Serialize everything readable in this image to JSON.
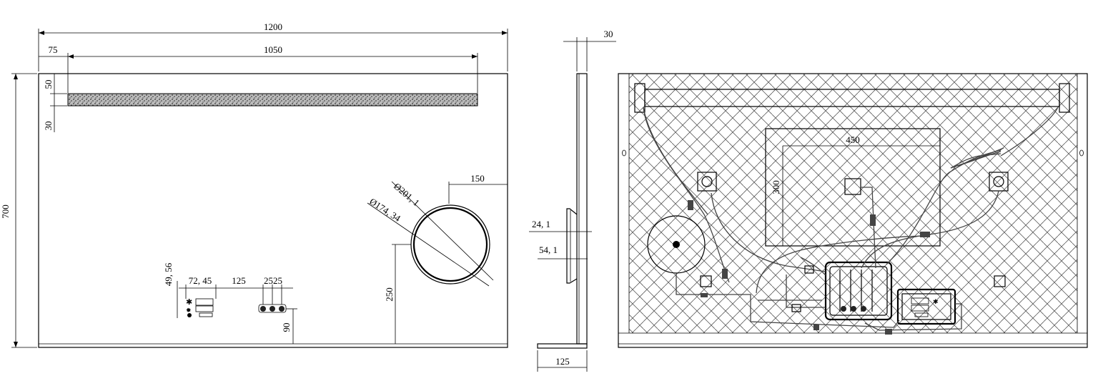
{
  "front_view": {
    "width": "1200",
    "strip_offset": "75",
    "strip_length": "1050",
    "top_gap": "50",
    "strip_height": "30",
    "height": "700",
    "mirror_outer_diameter": "Ø201, 1",
    "mirror_inner_diameter": "Ø174, 34",
    "mirror_right_offset": "150",
    "mirror_bottom_offset": "250",
    "control_height": "49, 56",
    "control_width": "72, 45",
    "control_spacing": "125",
    "button_spacing": "2525",
    "control_bottom_offset": "90"
  },
  "side_view": {
    "depth": "30",
    "mirror_depth_1": "24, 1",
    "mirror_depth_2": "54, 1",
    "base_depth": "125"
  },
  "back_view": {
    "cutout_width": "450",
    "cutout_height": "300"
  }
}
